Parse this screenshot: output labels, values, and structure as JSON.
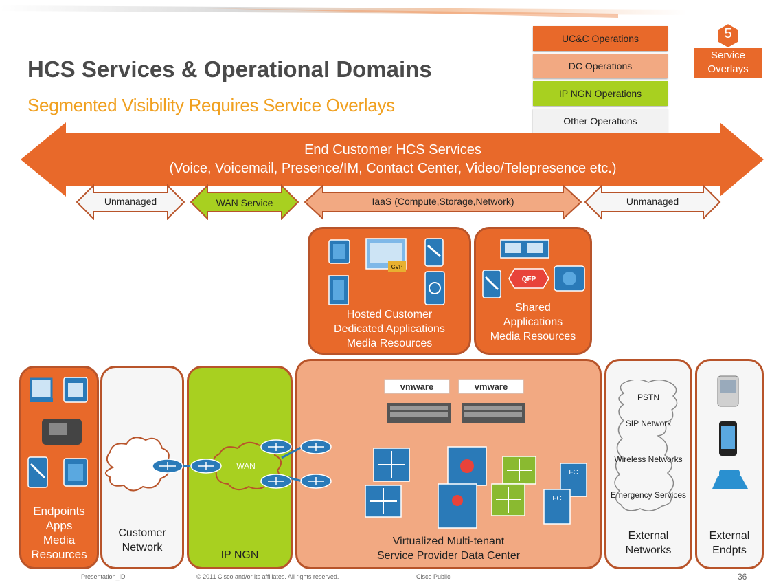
{
  "title": "HCS Services & Operational Domains",
  "subtitle": "Segmented Visibility Requires Service Overlays",
  "legend": [
    {
      "label": "UC&C Operations",
      "color": "#e8692a"
    },
    {
      "label": "DC Operations",
      "color": "#f2a982"
    },
    {
      "label": "IP NGN Operations",
      "color": "#a8d020"
    },
    {
      "label": "Other Operations",
      "color": "#f2f2f2"
    }
  ],
  "overlay": {
    "number": "5",
    "line1": "Service",
    "line2": "Overlays"
  },
  "big_arrow": {
    "line1": "End Customer HCS Services",
    "line2": "(Voice, Voicemail, Presence/IM, Contact Center, Video/Telepresence etc.)"
  },
  "service_arrows": [
    {
      "label": "Unmanaged"
    },
    {
      "label": "WAN Service"
    },
    {
      "label": "IaaS (Compute,Storage,Network)"
    },
    {
      "label": "Unmanaged"
    }
  ],
  "hosted_panel": {
    "lines": [
      "Hosted Customer",
      "Dedicated Applications",
      "Media Resources"
    ]
  },
  "shared_panel": {
    "lines": [
      "Shared",
      "Applications",
      "Media Resources"
    ]
  },
  "endpoints_panel": {
    "lines": [
      "Endpoints",
      "Apps",
      "Media",
      "Resources"
    ]
  },
  "customer_panel": {
    "lines": [
      "Customer",
      "Network"
    ]
  },
  "ipngn_panel": {
    "label": "IP NGN",
    "cloud_label": "WAN"
  },
  "datacenter_panel": {
    "lines": [
      "Virtualized Multi-tenant",
      "Service Provider Data Center"
    ],
    "vmware_label": "vmware",
    "fc_label": "FC",
    "qfp_label": "QFP",
    "cvp_label": "CVP"
  },
  "external_networks_panel": {
    "lines": [
      "External",
      "Networks"
    ],
    "clouds": [
      "PSTN",
      "SIP Network",
      "Wireless Networks",
      "Emergency Services"
    ]
  },
  "external_endpoints_panel": {
    "lines": [
      "External",
      "Endpts"
    ]
  },
  "footer": {
    "left": "Presentation_ID",
    "center": "© 2011 Cisco and/or its affiliates. All rights reserved.",
    "right": "Cisco Public",
    "page": "36"
  },
  "colors": {
    "orange": "#e8692a",
    "peach": "#f2a982",
    "green": "#a8d020",
    "grey": "#f2f2f2",
    "border": "#b8542a",
    "subtitle": "#f0a020"
  }
}
